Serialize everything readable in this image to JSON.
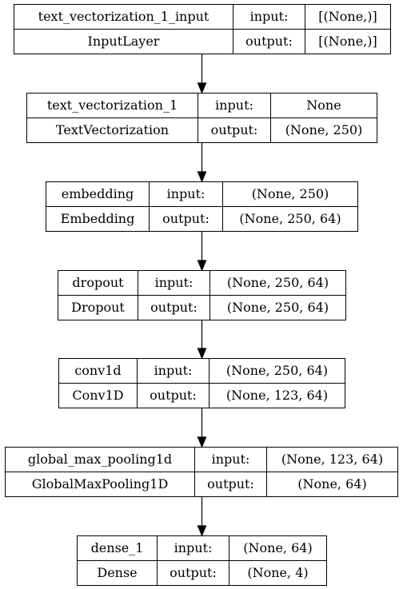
{
  "layers": [
    {
      "name": "text_vectorization_1_input",
      "type": "InputLayer",
      "input_label": "input:",
      "output_label": "output:",
      "input_shape": "[(None,)]",
      "output_shape": "[(None,)]"
    },
    {
      "name": "text_vectorization_1",
      "type": "TextVectorization",
      "input_label": "input:",
      "output_label": "output:",
      "input_shape": "None",
      "output_shape": "(None, 250)"
    },
    {
      "name": "embedding",
      "type": "Embedding",
      "input_label": "input:",
      "output_label": "output:",
      "input_shape": "(None, 250)",
      "output_shape": "(None, 250, 64)"
    },
    {
      "name": "dropout",
      "type": "Dropout",
      "input_label": "input:",
      "output_label": "output:",
      "input_shape": "(None, 250, 64)",
      "output_shape": "(None, 250, 64)"
    },
    {
      "name": "conv1d",
      "type": "Conv1D",
      "input_label": "input:",
      "output_label": "output:",
      "input_shape": "(None, 250, 64)",
      "output_shape": "(None, 123, 64)"
    },
    {
      "name": "global_max_pooling1d",
      "type": "GlobalMaxPooling1D",
      "input_label": "input:",
      "output_label": "output:",
      "input_shape": "(None, 123, 64)",
      "output_shape": "(None, 64)"
    },
    {
      "name": "dense_1",
      "type": "Dense",
      "input_label": "input:",
      "output_label": "output:",
      "input_shape": "(None, 64)",
      "output_shape": "(None, 4)"
    }
  ]
}
